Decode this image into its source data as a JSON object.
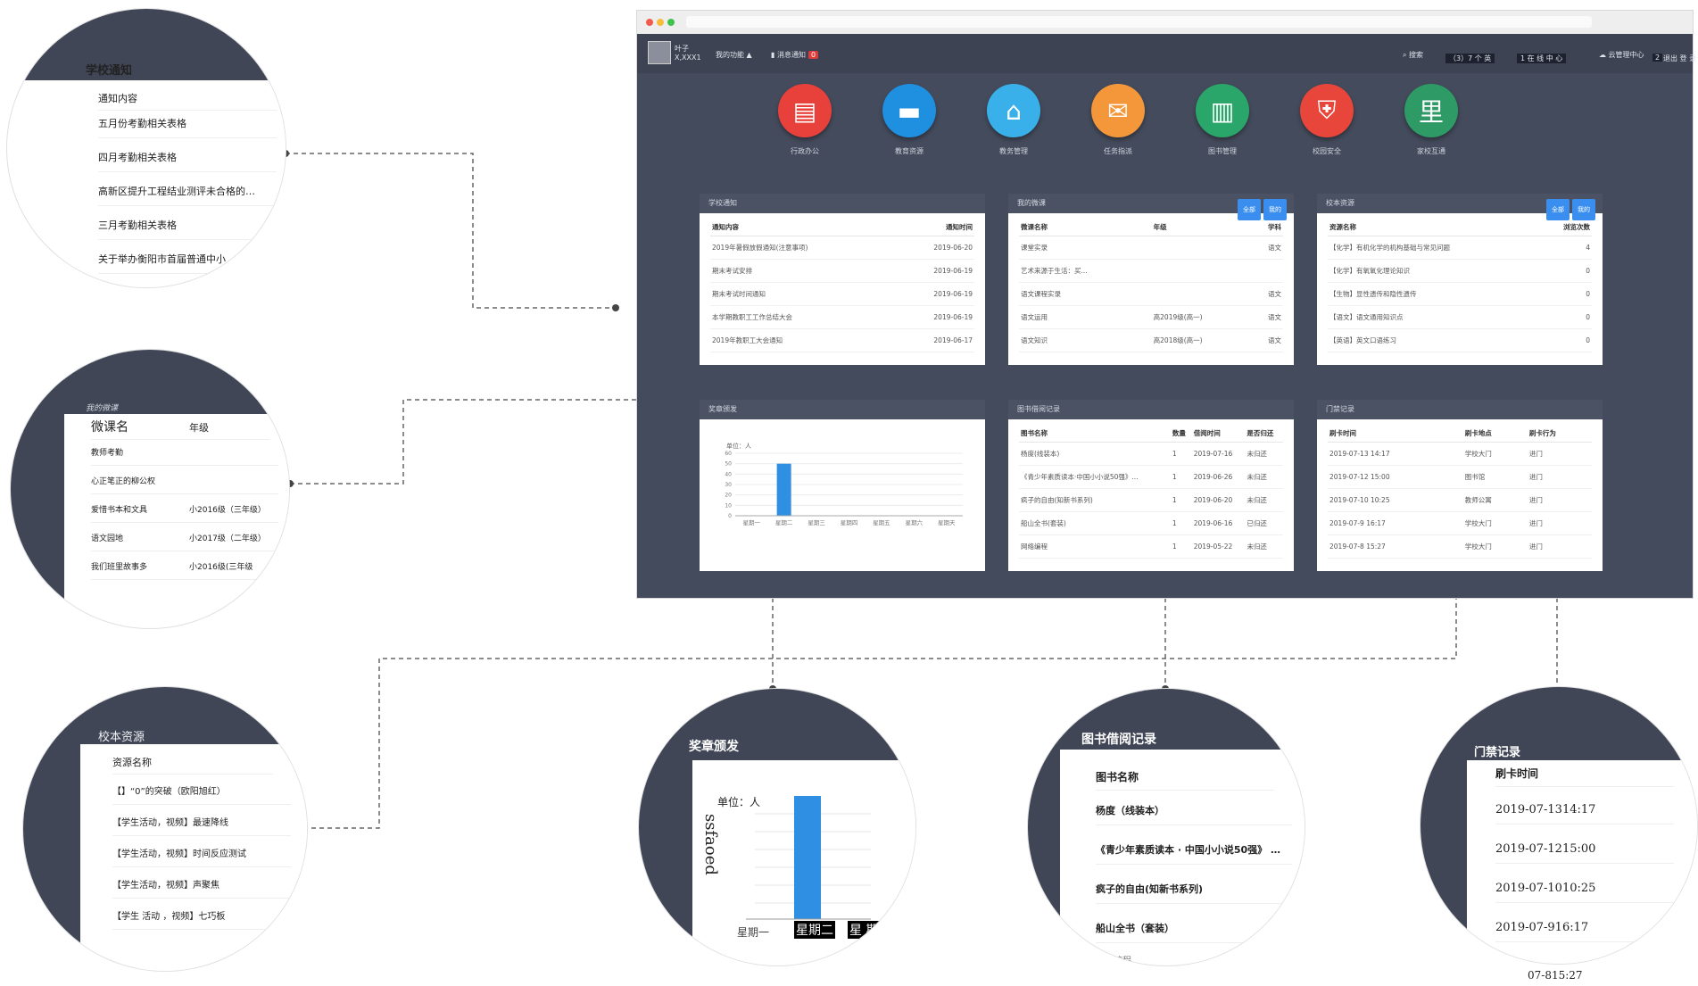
{
  "topbar": {
    "user_name": "叶子",
    "user_id": "X,XXX1",
    "my_app": "我的功能 ▲",
    "message": "消息通知",
    "message_count": "0",
    "search": "搜索",
    "right_box": "（3）7 个 英",
    "right_box2": "1 在 线 中 心",
    "cloud": "云管理中心",
    "btn": "2",
    "logout": "退出 登 录"
  },
  "apps": [
    {
      "label": "行政办公",
      "icon": "inbox-tray-icon",
      "color": "#e8403a"
    },
    {
      "label": "教育资源",
      "icon": "folder-icon",
      "color": "#1f8fe0"
    },
    {
      "label": "教务管理",
      "icon": "school-icon",
      "color": "#3ab0ea"
    },
    {
      "label": "任务指派",
      "icon": "envelope-icon",
      "color": "#f3973a"
    },
    {
      "label": "图书管理",
      "icon": "books-icon",
      "color": "#2ba66a"
    },
    {
      "label": "校园安全",
      "icon": "shield-icon",
      "color": "#e8463a"
    },
    {
      "label": "家校互通",
      "icon": "chat-icon",
      "color": "#2e9a66",
      "glyph": "里"
    }
  ],
  "panels": {
    "notice": {
      "title": "学校通知",
      "headers": [
        "通知内容",
        "通知时间"
      ],
      "rows": [
        [
          "2019年暑假放假通知(注意事项)",
          "2019-06-20"
        ],
        [
          "期末考试安排",
          "2019-06-19"
        ],
        [
          "期末考试时间通知",
          "2019-06-19"
        ],
        [
          "本学期教职工工作总结大会",
          "2019-06-19"
        ],
        [
          "2019年教职工大会通知",
          "2019-06-17"
        ]
      ]
    },
    "micro": {
      "title": "我的微课",
      "tabs": [
        "全部",
        "我的"
      ],
      "headers": [
        "微课名称",
        "年级",
        "学科"
      ],
      "rows": [
        [
          "课堂实录",
          "",
          "语文"
        ],
        [
          "艺术来源于生活：买...",
          "",
          ""
        ],
        [
          "语文课程实录",
          "",
          "语文"
        ],
        [
          "语文运用",
          "高2019级(高一)",
          "语文"
        ],
        [
          "语文知识",
          "高2018级(高一)",
          "语文"
        ]
      ]
    },
    "resource": {
      "title": "校本资源",
      "tabs": [
        "全部",
        "我的"
      ],
      "headers": [
        "资源名称",
        "浏览次数"
      ],
      "rows": [
        [
          "【化学】有机化学的机构基础与常见问题",
          "4"
        ],
        [
          "【化学】有氧氧化理论知识",
          "0"
        ],
        [
          "【生物】显性遗传和隐性遗传",
          "0"
        ],
        [
          "【语文】语文通用知识点",
          "0"
        ],
        [
          "【英语】英文口语练习",
          "0"
        ]
      ]
    },
    "award": {
      "title": "奖章颁发"
    },
    "library": {
      "title": "图书借阅记录",
      "headers": [
        "图书名称",
        "数量",
        "借阅时间",
        "是否归还"
      ],
      "rows": [
        [
          "杨度(线装本)",
          "1",
          "2019-07-16",
          "未归还"
        ],
        [
          "《青少年素质读本·中国小小说50强》...",
          "1",
          "2019-06-26",
          "未归还"
        ],
        [
          "疯子的自由(知新书系列)",
          "1",
          "2019-06-20",
          "未归还"
        ],
        [
          "船山全书(套装)",
          "1",
          "2019-06-16",
          "已归还"
        ],
        [
          "网络编程",
          "1",
          "2019-05-22",
          "未归还"
        ]
      ]
    },
    "access": {
      "title": "门禁记录",
      "headers": [
        "刷卡时间",
        "刷卡地点",
        "刷卡行为"
      ],
      "rows": [
        [
          "2019-07-13 14:17",
          "学校大门",
          "进门"
        ],
        [
          "2019-07-12 15:00",
          "图书馆",
          "进门"
        ],
        [
          "2019-07-10 10:25",
          "教师公寓",
          "进门"
        ],
        [
          "2019-07-9 16:17",
          "学校大门",
          "进门"
        ],
        [
          "2019-07-8 15:27",
          "学校大门",
          "进门"
        ]
      ]
    }
  },
  "chart_data": {
    "type": "bar",
    "ylabel": "单位：人",
    "categories": [
      "星期一",
      "星期二",
      "星期三",
      "星期四",
      "星期五",
      "星期六",
      "星期天"
    ],
    "values": [
      0,
      50,
      0,
      0,
      0,
      0,
      0
    ],
    "ylim": [
      0,
      60
    ],
    "yticks": [
      "60",
      "50",
      "40",
      "30",
      "20",
      "10",
      "0"
    ],
    "bar_color": "#2f8fe3"
  },
  "zoom": {
    "notice": {
      "title": "学校通知",
      "header": "通知内容",
      "rows": [
        "五月份考勤相关表格",
        "四月考勤相关表格",
        "高新区提升工程结业测评未合格的…",
        "三月考勤相关表格",
        "关于举办衡阳市首届普通中小"
      ]
    },
    "micro": {
      "title": "我的微课",
      "header": "微课名",
      "header2": "年级",
      "rows": [
        [
          "教师考勤",
          ""
        ],
        [
          "心正笔正的柳公权",
          ""
        ],
        [
          "爱惜书本和文具",
          "小2016级（三年级）"
        ],
        [
          "语文园地",
          "小2017级（二年级）"
        ],
        [
          "我们班里故事多",
          "小2016级(三年级"
        ]
      ]
    },
    "resource": {
      "title": "校本资源",
      "header": "资源名称",
      "rows": [
        "【】“0”的突破（欧阳旭红）",
        "【学生活动，视频】最速降线",
        "【学生活动，视频】时间反应测试",
        "【学生活动，视频】声聚焦",
        "【学生 活动 ，视频】七巧板"
      ]
    },
    "award": {
      "title": "奖章颁发",
      "unit": "单位：人",
      "vertical": "ssfaoed",
      "x1": "星期一",
      "x2": "星期二",
      "x3": "星 期"
    },
    "library": {
      "title": "图书借阅记录",
      "header": "图书名称",
      "rows": [
        "杨度（线装本）",
        "《青少年素质读本 · 中国小小说50强》 …",
        "疯子的自由(知新书系列)",
        "船山全书（套装）"
      ],
      "footer": "网络编程"
    },
    "access": {
      "title": "门禁记录",
      "header": "刷卡时间",
      "rows": [
        "2019-07-1314:17",
        "2019-07-1215:00",
        "2019-07-1010:25",
        "2019-07-916:17"
      ],
      "outside": "07-815:27"
    }
  }
}
